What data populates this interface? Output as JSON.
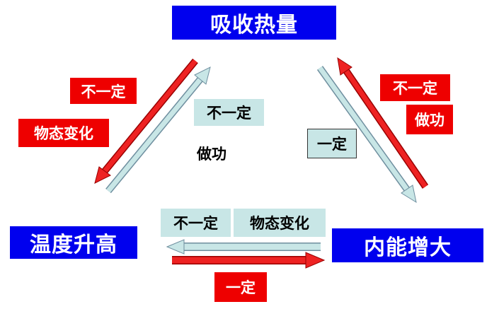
{
  "nodes": {
    "heat": "吸收热量",
    "temperature": "温度升高",
    "internal_energy": "内能增大"
  },
  "labels": {
    "left_red_1": "不一定",
    "left_red_2": "物态变化",
    "left_cyan_1": "不一定",
    "left_plain_1": "做功",
    "right_red_1": "不一定",
    "right_red_2": "做功",
    "right_cyan_1": "一定",
    "bottom_cyan_1": "不一定",
    "bottom_cyan_2": "物态变化",
    "bottom_red_1": "一定"
  },
  "colors": {
    "node_blue": "#0000ee",
    "red": "#ee0000",
    "cyan": "#c8e6e6"
  }
}
